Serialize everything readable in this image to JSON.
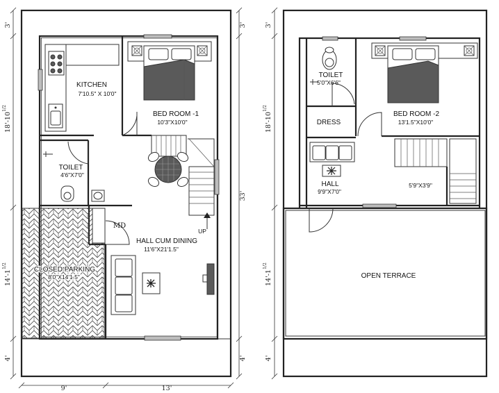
{
  "ground_floor": {
    "kitchen": {
      "name": "KITCHEN",
      "size": "7'10.5\" X 10'0\""
    },
    "bedroom1": {
      "name": "BED ROOM -1",
      "size": "10'3\"X10'0\""
    },
    "toilet": {
      "name": "TOILET",
      "size": "4'6\"X7'0\""
    },
    "hall": {
      "name": "HALL CUM DINING",
      "size": "11'6\"X21'1.5\""
    },
    "parking": {
      "name": "CLOSED PARKING",
      "size": "8'0\"X14'1.5\""
    },
    "md": "MD",
    "up": "UP",
    "dims": {
      "left_top": "3'",
      "left_mid": "18'-10",
      "left_mid_frac": "1/2",
      "left_low": "14'-1",
      "left_low_frac": "1/2",
      "left_bottom": "4'",
      "right_top": "3'",
      "right_total": "33'",
      "right_bottom": "4'",
      "bottom_left": "9'",
      "bottom_right": "13'"
    }
  },
  "first_floor": {
    "toilet": {
      "name": "TOILET",
      "size": "5'0\"X6'6\""
    },
    "bedroom2": {
      "name": "BED ROOM -2",
      "size": "13'1.5\"X10'0\""
    },
    "dress": "DRESS",
    "hall": {
      "name": "HALL",
      "size": "9'9\"X7'0\""
    },
    "stair_size": "5'9\"X3'9\"",
    "terrace": "OPEN TERRACE",
    "dims": {
      "left_top": "3'",
      "left_mid": "18'-10",
      "left_mid_frac": "1/2",
      "left_low": "14'-1",
      "left_low_frac": "1/2",
      "left_bottom": "4'"
    }
  }
}
